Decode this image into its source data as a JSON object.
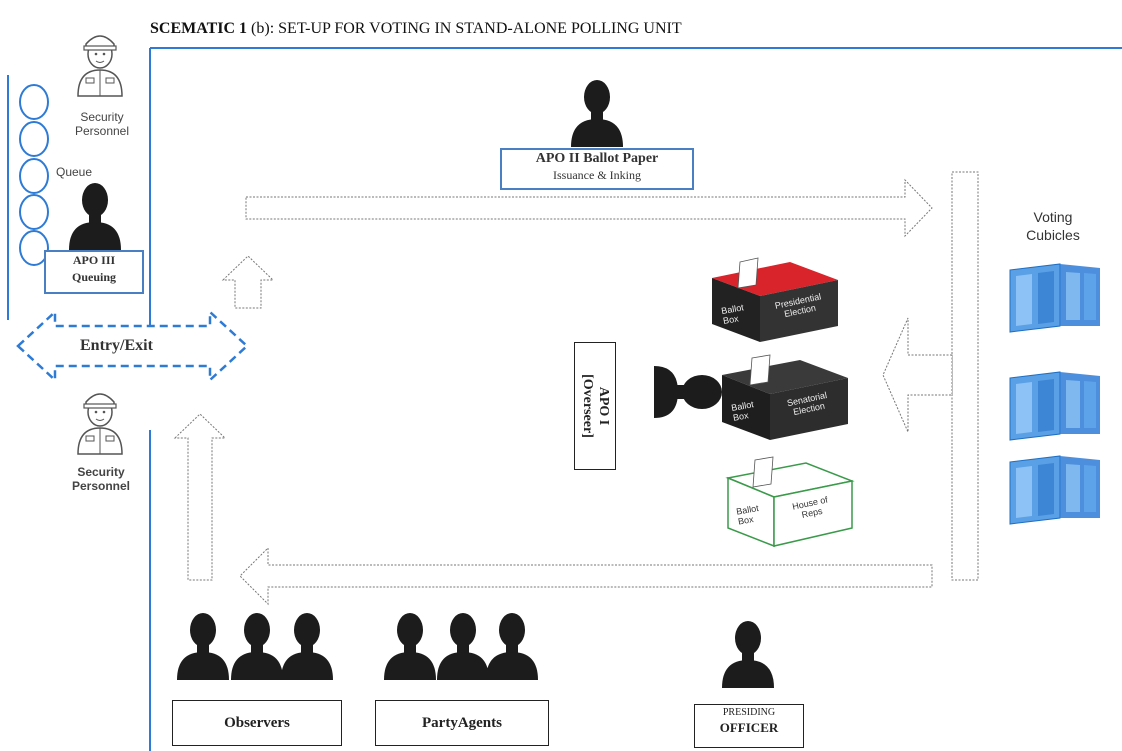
{
  "caption": {
    "prefix": "SCEMATIC 1",
    "rest": " (b): SET-UP FOR VOTING IN STAND-ALONE POLLING UNIT"
  },
  "left": {
    "security_top": "Security Personnel",
    "queue": "Queue",
    "apo3_line1": "APO III",
    "apo3_line2": "Queuing",
    "entry_exit": "Entry/Exit",
    "security_bottom": "Security Personnel"
  },
  "apo2": {
    "line1": "APO II Ballot Paper",
    "line2": "Issuance & Inking"
  },
  "voting_cubicles": {
    "line1": "Voting",
    "line2": "Cubicles"
  },
  "apo1": {
    "line1": "APO I",
    "line2": "[Overseer]"
  },
  "ballot_boxes": [
    {
      "left": "Ballot Box",
      "right": "Presidential Election",
      "color": "#d9242b"
    },
    {
      "left": "Ballot Box",
      "right": "Senatorial Election",
      "color": "#2b2b2b"
    },
    {
      "left": "Ballot Box",
      "right": "House of Reps",
      "color": "#3a9a4a"
    }
  ],
  "bottom": {
    "observers": "Observers",
    "party_agents": "PartyAgents",
    "presiding_line1": "PRESIDING",
    "presiding_line2": "OFFICER"
  },
  "colors": {
    "accent_blue": "#2e7bd6",
    "person": "#1c1c1c"
  }
}
